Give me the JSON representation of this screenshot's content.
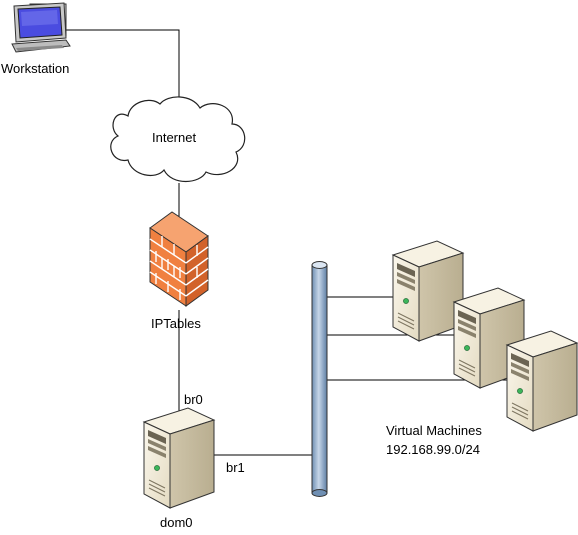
{
  "labels": {
    "workstation": "Workstation",
    "internet": "Internet",
    "firewall": "IPTables",
    "bridge0": "br0",
    "bridge1": "br1",
    "host": "dom0",
    "vm_title": "Virtual Machines",
    "vm_subnet": "192.168.99.0/24"
  },
  "icons": {
    "workstation": "computer-monitor-icon",
    "internet": "cloud-icon",
    "firewall": "brick-firewall-icon",
    "host": "server-tower-icon",
    "bus": "network-bus-icon",
    "vm": "server-tower-icon"
  },
  "colors": {
    "firewall_brick": "#f08040",
    "bus_fill": "#9cb6d2",
    "server_body": "#f2ead6",
    "monitor_screen": "#4a4ce0"
  }
}
